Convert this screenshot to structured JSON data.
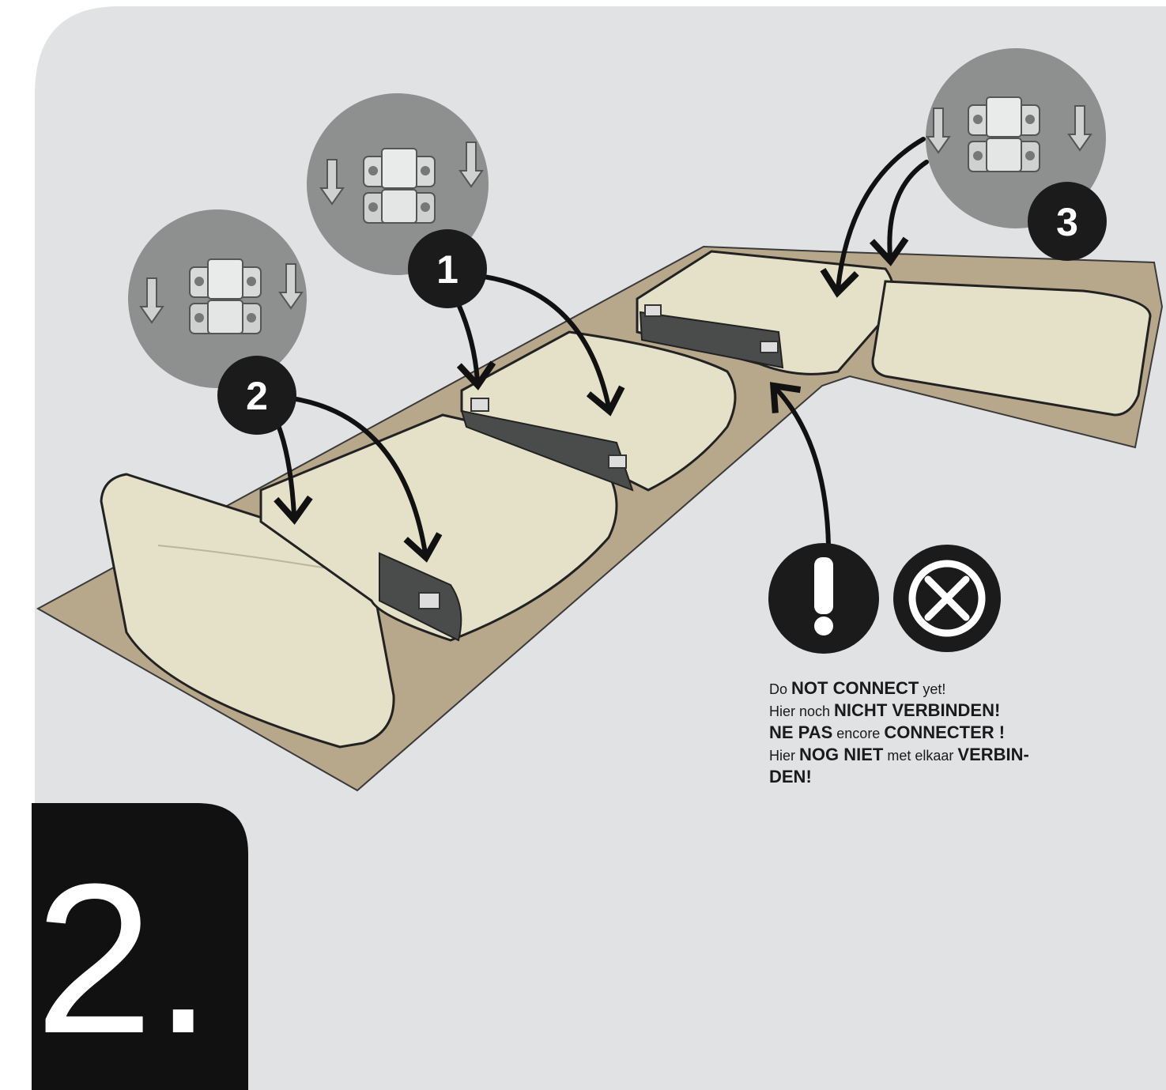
{
  "step": {
    "number_label": "2."
  },
  "callouts": [
    {
      "label": "1"
    },
    {
      "label": "2"
    },
    {
      "label": "3"
    }
  ],
  "warning": {
    "lines": [
      [
        {
          "t": "Do ",
          "s": "sm"
        },
        {
          "t": "NOT CONNECT",
          "s": "big"
        },
        {
          "t": " yet!",
          "s": "sm"
        }
      ],
      [
        {
          "t": "Hier noch ",
          "s": "sm"
        },
        {
          "t": "NICHT",
          "s": "big"
        },
        {
          "t": " VERBINDEN!",
          "s": "big"
        }
      ],
      [
        {
          "t": "NE PAS",
          "s": "big"
        },
        {
          "t": " encore ",
          "s": "sm"
        },
        {
          "t": "CONNECTER !",
          "s": "big"
        }
      ],
      [
        {
          "t": "Hier ",
          "s": "sm"
        },
        {
          "t": "NOG NIET",
          "s": "big"
        },
        {
          "t": " met elkaar ",
          "s": "sm"
        },
        {
          "t": "VERBIN-",
          "s": "big"
        }
      ],
      [
        {
          "t": "DEN!",
          "s": "big"
        }
      ]
    ]
  },
  "colors": {
    "background": "#e1e2e4",
    "rug": "#b8a98c",
    "cushion": "#e6e3cc",
    "cushion_side_dark": "#4a4c4c",
    "badge_dark": "#1b1b1b",
    "zoom_circle": "#8e9090",
    "bracket": "#d4d6d6"
  },
  "icons": [
    "exclamation-icon",
    "no-connect-icon",
    "down-arrow-icon",
    "bracket-icon"
  ]
}
